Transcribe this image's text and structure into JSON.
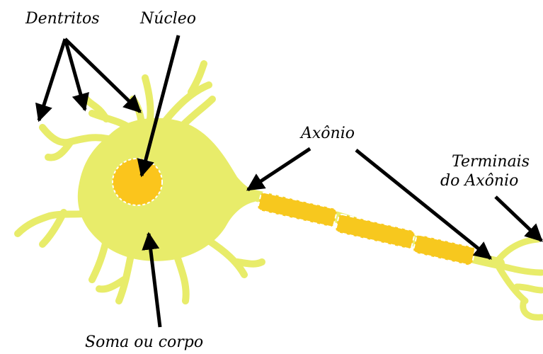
{
  "labels": {
    "dendrites": "Dentritos",
    "nucleus": "Núcleo",
    "axon": "Axônio",
    "terminals_line1": "Terminais",
    "terminals_line2": "do Axônio",
    "soma": "Soma ou corpo"
  },
  "colors": {
    "neuron_fill": "#e8ec6a",
    "nucleus_fill": "#fbc51c",
    "myelin_fill": "#f7c81e",
    "arrow": "#000000"
  }
}
